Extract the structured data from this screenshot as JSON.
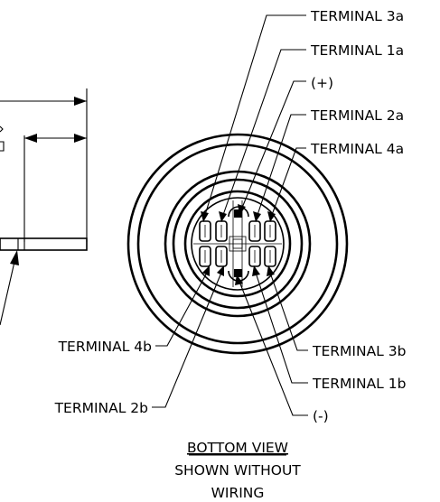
{
  "labels": {
    "terminal_3a": "TERMINAL 3a",
    "terminal_1a": "TERMINAL 1a",
    "plus": "(+)",
    "terminal_2a": "TERMINAL 2a",
    "terminal_4a": "TERMINAL 4a",
    "terminal_3b": "TERMINAL 3b",
    "terminal_1b": "TERMINAL 1b",
    "minus": "(-)",
    "terminal_4b": "TERMINAL 4b",
    "terminal_2b": "TERMINAL 2b"
  },
  "caption": {
    "line1": "BOTTOM VIEW",
    "line2": "SHOWN WITHOUT",
    "line3": "WIRING"
  }
}
